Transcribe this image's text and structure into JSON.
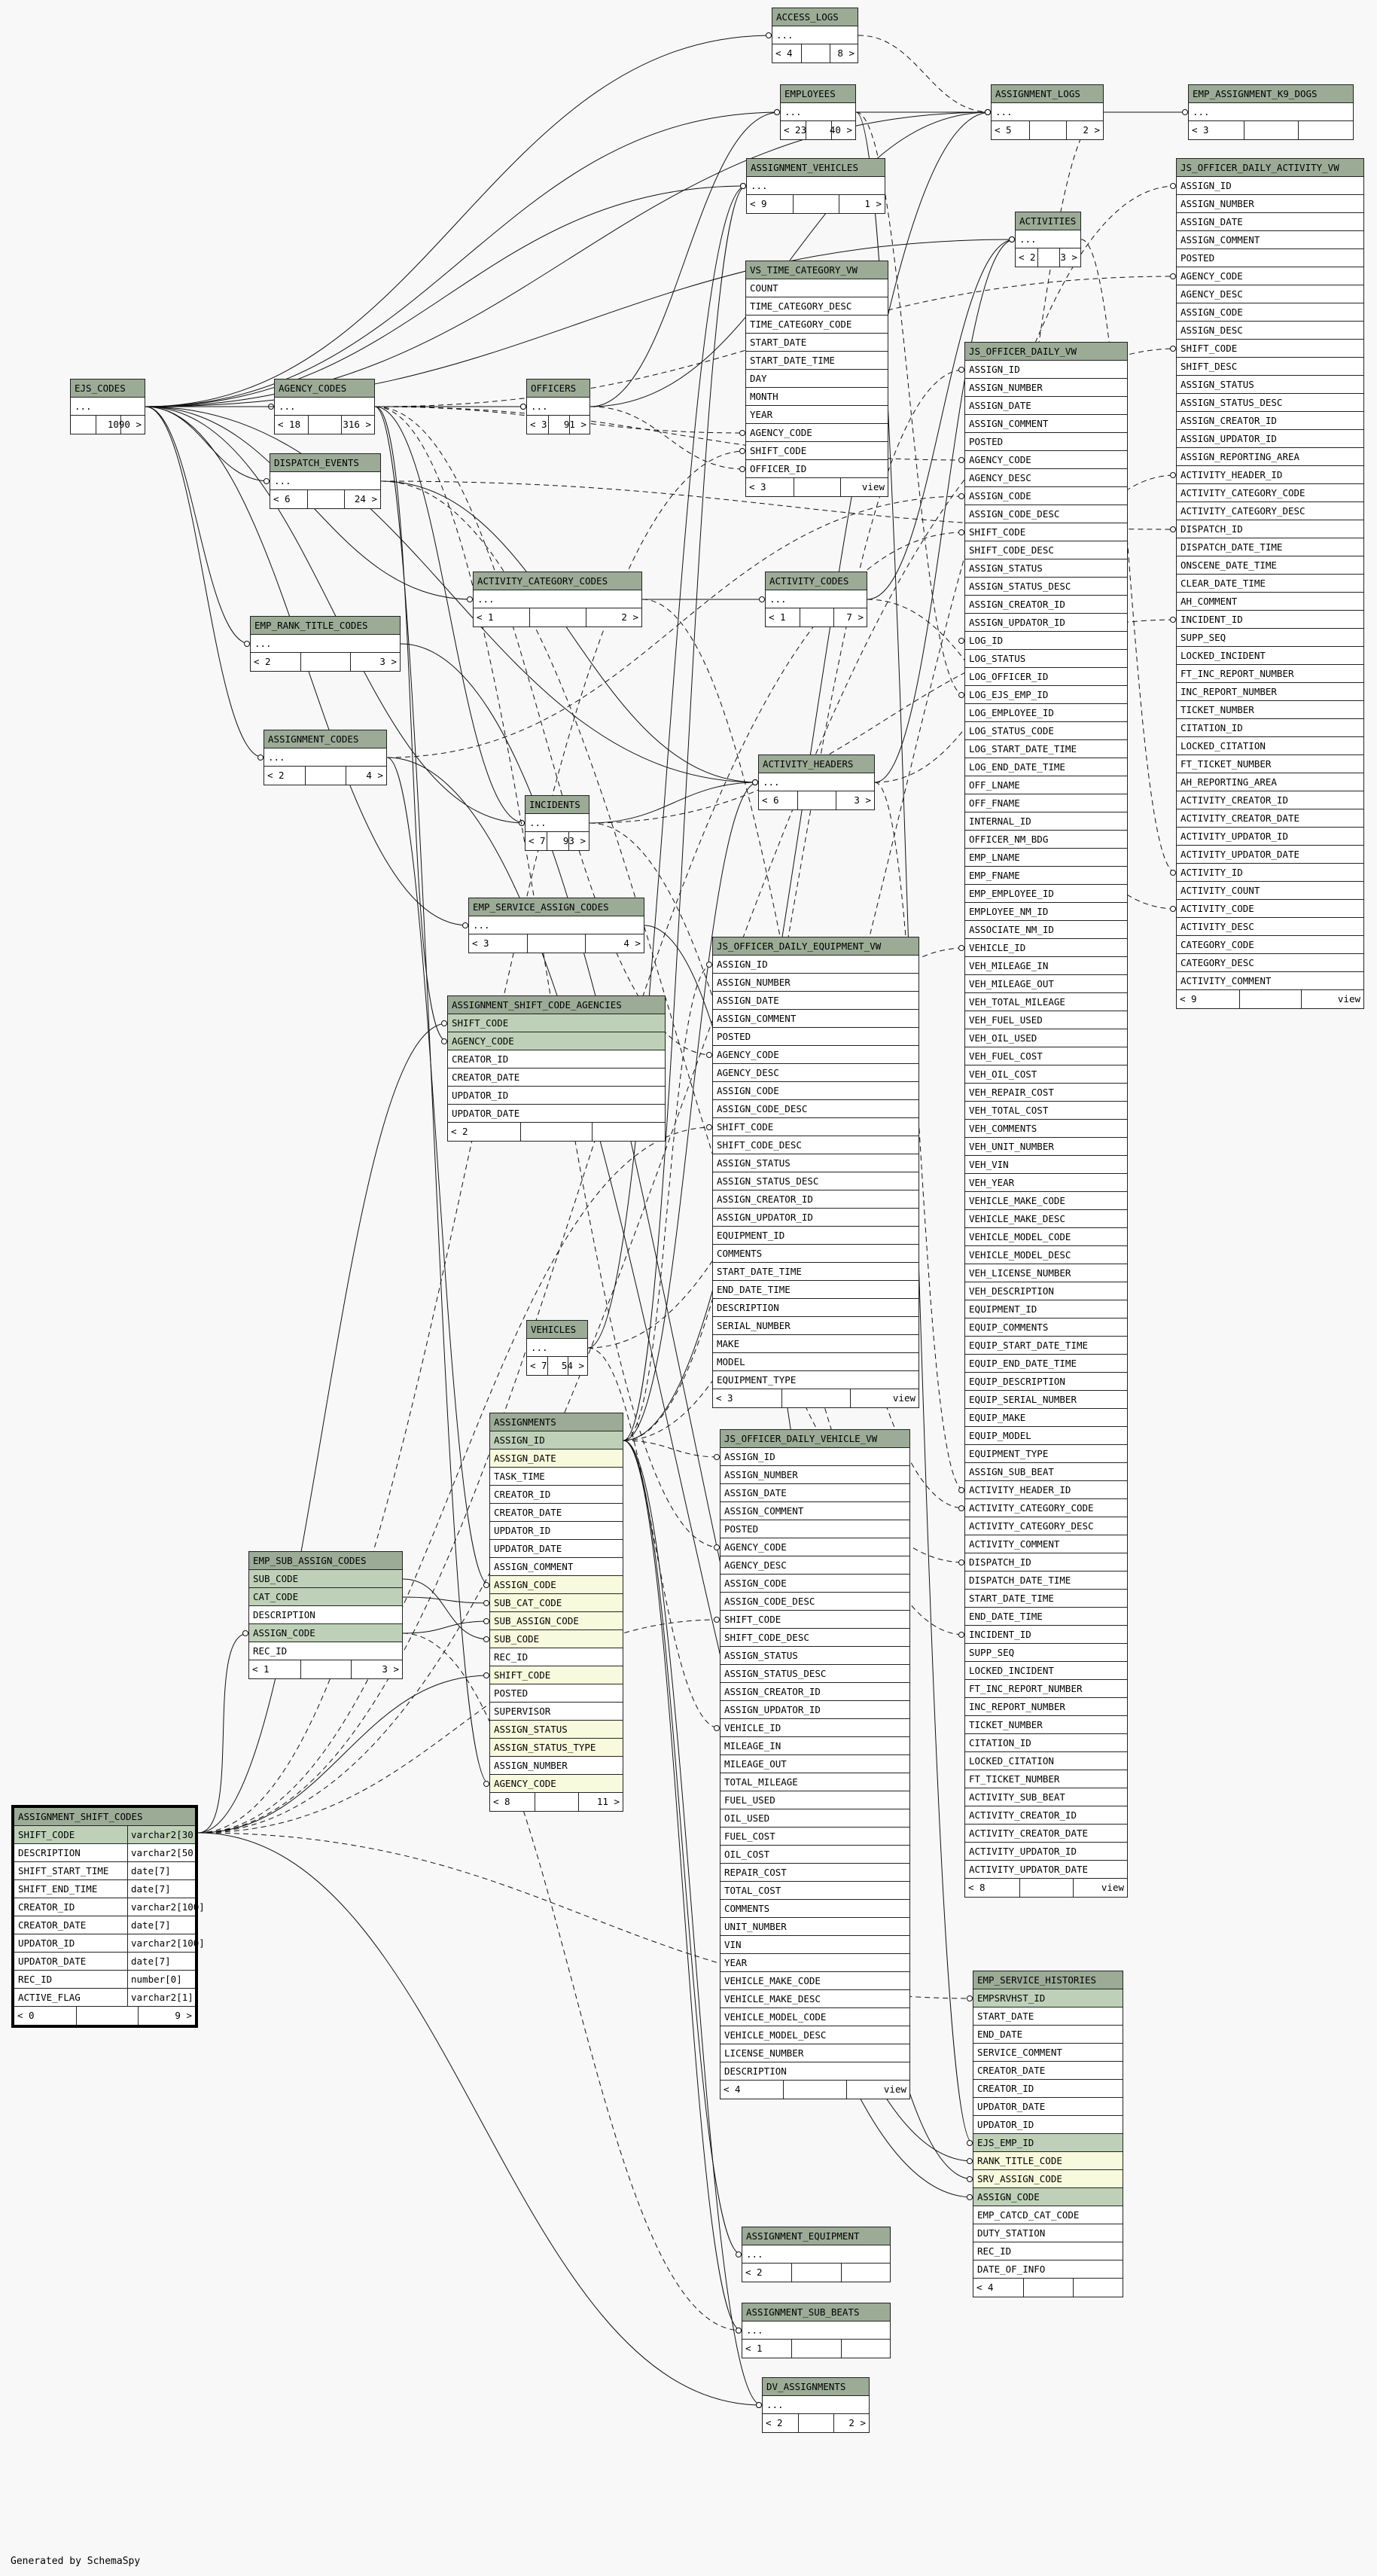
{
  "footer": "Generated by SchemaSpy",
  "tables": [
    {
      "name": "ACCESS_LOGS",
      "rows": [
        "..."
      ],
      "parents": "< 4",
      "children": "8 >"
    },
    {
      "name": "EMPLOYEES",
      "rows": [
        "..."
      ],
      "parents": "< 23",
      "children": "40 >"
    },
    {
      "name": "ASSIGNMENT_LOGS",
      "rows": [
        "..."
      ],
      "parents": "< 5",
      "children": "2 >"
    },
    {
      "name": "EMP_ASSIGNMENT_K9_DOGS",
      "rows": [
        "..."
      ],
      "parents": "< 3",
      "children": ""
    },
    {
      "name": "ASSIGNMENT_VEHICLES",
      "rows": [
        "..."
      ],
      "parents": "< 9",
      "children": "1 >"
    },
    {
      "name": "ACTIVITIES",
      "rows": [
        "..."
      ],
      "parents": "< 2",
      "children": "3 >"
    },
    {
      "name": "VS_TIME_CATEGORY_VW",
      "rows": [
        "COUNT",
        "TIME_CATEGORY_DESC",
        "TIME_CATEGORY_CODE",
        "START_DATE",
        "START_DATE_TIME",
        "DAY",
        "MONTH",
        "YEAR",
        "AGENCY_CODE",
        "SHIFT_CODE",
        "OFFICER_ID"
      ],
      "parents": "< 3",
      "children": "view"
    },
    {
      "name": "EJS_CODES",
      "rows": [
        "..."
      ],
      "parents": "",
      "children": "1090 >"
    },
    {
      "name": "AGENCY_CODES",
      "rows": [
        "..."
      ],
      "parents": "< 18",
      "children": "316 >"
    },
    {
      "name": "OFFICERS",
      "rows": [
        "..."
      ],
      "parents": "< 3",
      "children": "91 >"
    },
    {
      "name": "DISPATCH_EVENTS",
      "rows": [
        "..."
      ],
      "parents": "< 6",
      "children": "24 >"
    },
    {
      "name": "ACTIVITY_CATEGORY_CODES",
      "rows": [
        "..."
      ],
      "parents": "< 1",
      "children": "2 >"
    },
    {
      "name": "ACTIVITY_CODES",
      "rows": [
        "..."
      ],
      "parents": "< 1",
      "children": "7 >"
    },
    {
      "name": "EMP_RANK_TITLE_CODES",
      "rows": [
        "..."
      ],
      "parents": "< 2",
      "children": "3 >"
    },
    {
      "name": "ASSIGNMENT_CODES",
      "rows": [
        "..."
      ],
      "parents": "< 2",
      "children": "4 >"
    },
    {
      "name": "ACTIVITY_HEADERS",
      "rows": [
        "..."
      ],
      "parents": "< 6",
      "children": "3 >"
    },
    {
      "name": "INCIDENTS",
      "rows": [
        "..."
      ],
      "parents": "< 7",
      "children": "93 >"
    },
    {
      "name": "EMP_SERVICE_ASSIGN_CODES",
      "rows": [
        "..."
      ],
      "parents": "< 3",
      "children": "4 >"
    },
    {
      "name": "JS_OFFICER_DAILY_VW",
      "rows": [
        "ASSIGN_ID",
        "ASSIGN_NUMBER",
        "ASSIGN_DATE",
        "ASSIGN_COMMENT",
        "POSTED",
        "AGENCY_CODE",
        "AGENCY_DESC",
        "ASSIGN_CODE",
        "ASSIGN_CODE_DESC",
        "SHIFT_CODE",
        "SHIFT_CODE_DESC",
        "ASSIGN_STATUS",
        "ASSIGN_STATUS_DESC",
        "ASSIGN_CREATOR_ID",
        "ASSIGN_UPDATOR_ID",
        "LOG_ID",
        "LOG_STATUS",
        "LOG_OFFICER_ID",
        "LOG_EJS_EMP_ID",
        "LOG_EMPLOYEE_ID",
        "LOG_STATUS_CODE",
        "LOG_START_DATE_TIME",
        "LOG_END_DATE_TIME",
        "OFF_LNAME",
        "OFF_FNAME",
        "INTERNAL_ID",
        "OFFICER_NM_BDG",
        "EMP_LNAME",
        "EMP_FNAME",
        "EMP_EMPLOYEE_ID",
        "EMPLOYEE_NM_ID",
        "ASSOCIATE_NM_ID",
        "VEHICLE_ID",
        "VEH_MILEAGE_IN",
        "VEH_MILEAGE_OUT",
        "VEH_TOTAL_MILEAGE",
        "VEH_FUEL_USED",
        "VEH_OIL_USED",
        "VEH_FUEL_COST",
        "VEH_OIL_COST",
        "VEH_REPAIR_COST",
        "VEH_TOTAL_COST",
        "VEH_COMMENTS",
        "VEH_UNIT_NUMBER",
        "VEH_VIN",
        "VEH_YEAR",
        "VEHICLE_MAKE_CODE",
        "VEHICLE_MAKE_DESC",
        "VEHICLE_MODEL_CODE",
        "VEHICLE_MODEL_DESC",
        "VEH_LICENSE_NUMBER",
        "VEH_DESCRIPTION",
        "EQUIPMENT_ID",
        "EQUIP_COMMENTS",
        "EQUIP_START_DATE_TIME",
        "EQUIP_END_DATE_TIME",
        "EQUIP_DESCRIPTION",
        "EQUIP_SERIAL_NUMBER",
        "EQUIP_MAKE",
        "EQUIP_MODEL",
        "EQUIPMENT_TYPE",
        "ASSIGN_SUB_BEAT",
        "ACTIVITY_HEADER_ID",
        "ACTIVITY_CATEGORY_CODE",
        "ACTIVITY_CATEGORY_DESC",
        "ACTIVITY_COMMENT",
        "DISPATCH_ID",
        "DISPATCH_DATE_TIME",
        "START_DATE_TIME",
        "END_DATE_TIME",
        "INCIDENT_ID",
        "SUPP_SEQ",
        "LOCKED_INCIDENT",
        "FT_INC_REPORT_NUMBER",
        "INC_REPORT_NUMBER",
        "TICKET_NUMBER",
        "CITATION_ID",
        "LOCKED_CITATION",
        "FT_TICKET_NUMBER",
        "ACTIVITY_SUB_BEAT",
        "ACTIVITY_CREATOR_ID",
        "ACTIVITY_CREATOR_DATE",
        "ACTIVITY_UPDATOR_ID",
        "ACTIVITY_UPDATOR_DATE"
      ],
      "parents": "< 8",
      "children": "view"
    },
    {
      "name": "JS_OFFICER_DAILY_ACTIVITY_VW",
      "rows": [
        "ASSIGN_ID",
        "ASSIGN_NUMBER",
        "ASSIGN_DATE",
        "ASSIGN_COMMENT",
        "POSTED",
        "AGENCY_CODE",
        "AGENCY_DESC",
        "ASSIGN_CODE",
        "ASSIGN_DESC",
        "SHIFT_CODE",
        "SHIFT_DESC",
        "ASSIGN_STATUS",
        "ASSIGN_STATUS_DESC",
        "ASSIGN_CREATOR_ID",
        "ASSIGN_UPDATOR_ID",
        "ASSIGN_REPORTING_AREA",
        "ACTIVITY_HEADER_ID",
        "ACTIVITY_CATEGORY_CODE",
        "ACTIVITY_CATEGORY_DESC",
        "DISPATCH_ID",
        "DISPATCH_DATE_TIME",
        "ONSCENE_DATE_TIME",
        "CLEAR_DATE_TIME",
        "AH_COMMENT",
        "INCIDENT_ID",
        "SUPP_SEQ",
        "LOCKED_INCIDENT",
        "FT_INC_REPORT_NUMBER",
        "INC_REPORT_NUMBER",
        "TICKET_NUMBER",
        "CITATION_ID",
        "LOCKED_CITATION",
        "FT_TICKET_NUMBER",
        "AH_REPORTING_AREA",
        "ACTIVITY_CREATOR_ID",
        "ACTIVITY_CREATOR_DATE",
        "ACTIVITY_UPDATOR_ID",
        "ACTIVITY_UPDATOR_DATE",
        "ACTIVITY_ID",
        "ACTIVITY_COUNT",
        "ACTIVITY_CODE",
        "ACTIVITY_DESC",
        "CATEGORY_CODE",
        "CATEGORY_DESC",
        "ACTIVITY_COMMENT"
      ],
      "parents": "< 9",
      "children": "view"
    },
    {
      "name": "ASSIGNMENT_SHIFT_CODE_AGENCIES",
      "rows": [
        "SHIFT_CODE",
        "AGENCY_CODE",
        "CREATOR_ID",
        "CREATOR_DATE",
        "UPDATOR_ID",
        "UPDATOR_DATE"
      ],
      "parents": "< 2",
      "children": ""
    },
    {
      "name": "JS_OFFICER_DAILY_EQUIPMENT_VW",
      "rows": [
        "ASSIGN_ID",
        "ASSIGN_NUMBER",
        "ASSIGN_DATE",
        "ASSIGN_COMMENT",
        "POSTED",
        "AGENCY_CODE",
        "AGENCY_DESC",
        "ASSIGN_CODE",
        "ASSIGN_CODE_DESC",
        "SHIFT_CODE",
        "SHIFT_CODE_DESC",
        "ASSIGN_STATUS",
        "ASSIGN_STATUS_DESC",
        "ASSIGN_CREATOR_ID",
        "ASSIGN_UPDATOR_ID",
        "EQUIPMENT_ID",
        "COMMENTS",
        "START_DATE_TIME",
        "END_DATE_TIME",
        "DESCRIPTION",
        "SERIAL_NUMBER",
        "MAKE",
        "MODEL",
        "EQUIPMENT_TYPE"
      ],
      "parents": "< 3",
      "children": "view"
    },
    {
      "name": "VEHICLES",
      "rows": [
        "..."
      ],
      "parents": "< 7",
      "children": "54 >"
    },
    {
      "name": "ASSIGNMENTS",
      "rows": [
        "ASSIGN_ID",
        "ASSIGN_DATE",
        "TASK_TIME",
        "CREATOR_ID",
        "CREATOR_DATE",
        "UPDATOR_ID",
        "UPDATOR_DATE",
        "ASSIGN_COMMENT",
        "ASSIGN_CODE",
        "SUB_CAT_CODE",
        "SUB_ASSIGN_CODE",
        "SUB_CODE",
        "REC_ID",
        "SHIFT_CODE",
        "POSTED",
        "SUPERVISOR",
        "ASSIGN_STATUS",
        "ASSIGN_STATUS_TYPE",
        "ASSIGN_NUMBER",
        "AGENCY_CODE"
      ],
      "parents": "< 8",
      "children": "11 >"
    },
    {
      "name": "JS_OFFICER_DAILY_VEHICLE_VW",
      "rows": [
        "ASSIGN_ID",
        "ASSIGN_NUMBER",
        "ASSIGN_DATE",
        "ASSIGN_COMMENT",
        "POSTED",
        "AGENCY_CODE",
        "AGENCY_DESC",
        "ASSIGN_CODE",
        "ASSIGN_CODE_DESC",
        "SHIFT_CODE",
        "SHIFT_CODE_DESC",
        "ASSIGN_STATUS",
        "ASSIGN_STATUS_DESC",
        "ASSIGN_CREATOR_ID",
        "ASSIGN_UPDATOR_ID",
        "VEHICLE_ID",
        "MILEAGE_IN",
        "MILEAGE_OUT",
        "TOTAL_MILEAGE",
        "FUEL_USED",
        "OIL_USED",
        "FUEL_COST",
        "OIL_COST",
        "REPAIR_COST",
        "TOTAL_COST",
        "COMMENTS",
        "UNIT_NUMBER",
        "VIN",
        "YEAR",
        "VEHICLE_MAKE_CODE",
        "VEHICLE_MAKE_DESC",
        "VEHICLE_MODEL_CODE",
        "VEHICLE_MODEL_DESC",
        "LICENSE_NUMBER",
        "DESCRIPTION"
      ],
      "parents": "< 4",
      "children": "view"
    },
    {
      "name": "EMP_SUB_ASSIGN_CODES",
      "rows": [
        "SUB_CODE",
        "CAT_CODE",
        "DESCRIPTION",
        "ASSIGN_CODE",
        "REC_ID"
      ],
      "parents": "< 1",
      "children": "3 >"
    },
    {
      "name": "ASSIGNMENT_SHIFT_CODES",
      "rows": [
        [
          "SHIFT_CODE",
          "varchar2[30]"
        ],
        [
          "DESCRIPTION",
          "varchar2[50]"
        ],
        [
          "SHIFT_START_TIME",
          "date[7]"
        ],
        [
          "SHIFT_END_TIME",
          "date[7]"
        ],
        [
          "CREATOR_ID",
          "varchar2[100]"
        ],
        [
          "CREATOR_DATE",
          "date[7]"
        ],
        [
          "UPDATOR_ID",
          "varchar2[100]"
        ],
        [
          "UPDATOR_DATE",
          "date[7]"
        ],
        [
          "REC_ID",
          "number[0]"
        ],
        [
          "ACTIVE_FLAG",
          "varchar2[1]"
        ]
      ],
      "parents": "< 0",
      "children": "9 >"
    },
    {
      "name": "EMP_SERVICE_HISTORIES",
      "rows": [
        "EMPSRVHST_ID",
        "START_DATE",
        "END_DATE",
        "SERVICE_COMMENT",
        "CREATOR_DATE",
        "CREATOR_ID",
        "UPDATOR_DATE",
        "UPDATOR_ID",
        "EJS_EMP_ID",
        "RANK_TITLE_CODE",
        "SRV_ASSIGN_CODE",
        "ASSIGN_CODE",
        "EMP_CATCD_CAT_CODE",
        "DUTY_STATION",
        "REC_ID",
        "DATE_OF_INFO"
      ],
      "parents": "< 4",
      "children": ""
    },
    {
      "name": "ASSIGNMENT_EQUIPMENT",
      "rows": [
        "..."
      ],
      "parents": "< 2",
      "children": ""
    },
    {
      "name": "ASSIGNMENT_SUB_BEATS",
      "rows": [
        "..."
      ],
      "parents": "< 1",
      "children": ""
    },
    {
      "name": "DV_ASSIGNMENTS",
      "rows": [
        "..."
      ],
      "parents": "< 2",
      "children": "2 >"
    }
  ]
}
